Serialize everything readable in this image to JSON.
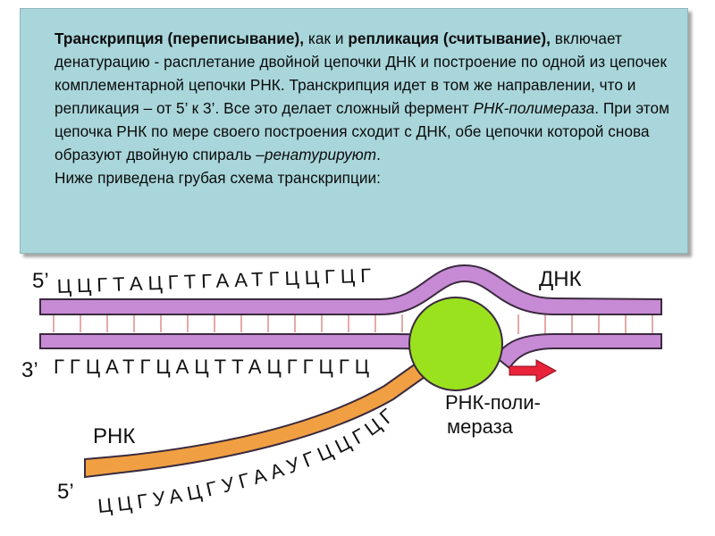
{
  "text": {
    "p1_bold1": "Транскрипция (переписывание),",
    "p1_t1": " как и ",
    "p1_bold2": "репликация (считывание),",
    "p1_t2": " включает денатурацию - расплетание двойной цепочки ДНК и построение по одной из цепочек комплементарной цепочки РНК. Транскрипция идет в том же направлении, что и репликация – от 5’ к 3’. Все это делает сложный фермент ",
    "p1_i1": "РНК-полимераза",
    "p1_t3": ". При этом цепочка РНК  по мере своего построения сходит с ДНК, обе цепочки которой снова образуют двойную спираль –",
    "p1_i2": "ренатурируют",
    "p1_t4": ".",
    "p2": "Ниже приведена  грубая схема транскрипции:"
  },
  "diagram": {
    "top_strand_end": "5’",
    "top_strand_seq": "ЦЦГТАЦГТГААТГЦЦГЦГ",
    "bottom_strand_end": "3’",
    "bottom_strand_seq": "ГГЦАТГЦАЦТТАЦГГЦГЦ",
    "rna_end": "5’",
    "rna_seq": "ЦЦГУАЦГУГААУГЦЦГЦГ",
    "dna_label": "ДНК",
    "rna_label": "РНК",
    "enzyme_label_line1": "РНК-поли-",
    "enzyme_label_line2": "мераза"
  },
  "colors": {
    "box_bg": "#a9d6db",
    "dna_strand": "#c78ad4",
    "dna_outline": "#3a2a3e",
    "rna_strand": "#f0a043",
    "enzyme": "#9be21e",
    "arrow": "#e8233a",
    "base_pair_ticks": "#e08a8a"
  }
}
